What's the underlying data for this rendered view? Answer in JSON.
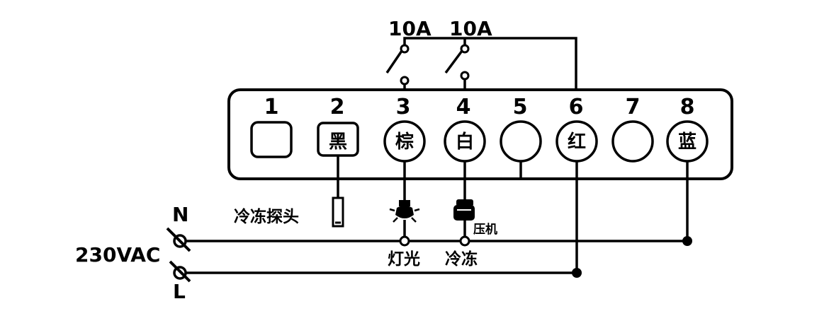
{
  "relays": [
    {
      "rating": "10A"
    },
    {
      "rating": "10A"
    }
  ],
  "terminals": [
    {
      "number": "1",
      "label": ""
    },
    {
      "number": "2",
      "label": "黑"
    },
    {
      "number": "3",
      "label": "棕"
    },
    {
      "number": "4",
      "label": "白"
    },
    {
      "number": "5",
      "label": ""
    },
    {
      "number": "6",
      "label": "红"
    },
    {
      "number": "7",
      "label": ""
    },
    {
      "number": "8",
      "label": "蓝"
    }
  ],
  "components": {
    "probe_label": "冷冻探头",
    "compressor_label": "压机",
    "light_label": "灯光",
    "freeze_label": "冷冻"
  },
  "power": {
    "voltage": "230VAC",
    "neutral": "N",
    "live": "L"
  }
}
